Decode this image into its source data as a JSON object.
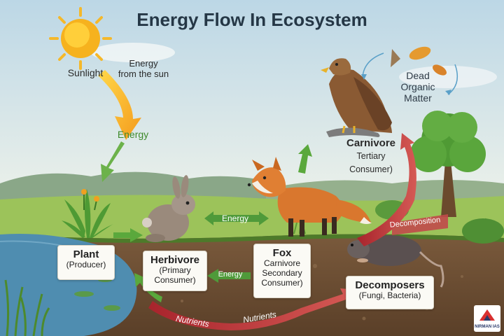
{
  "title": "Energy Flow In Ecosystem",
  "sun": {
    "label": "Sunlight",
    "energy_label": "Energy\nfrom the sun"
  },
  "energy_arrow_label": "Energy",
  "carnivore": {
    "title": "Carnivore",
    "sub": "Tertiary\nConsumer)"
  },
  "dead_matter": "Dead\nOrganic\nMatter",
  "plant": {
    "title": "Plant",
    "sub": "(Producer)"
  },
  "herbivore": {
    "title": "Herbivore",
    "sub": "(Primary\nConsumer)"
  },
  "fox": {
    "title": "Fox",
    "sub": "Carnivore\nSecondary\nConsumer)"
  },
  "decomposers": {
    "title": "Decomposers",
    "sub": "(Fungi, Bacteria)"
  },
  "arrows": {
    "energy_1": "Energy",
    "energy_2": "Energy",
    "nutrients_1": "Nutrients",
    "nutrients_2": "Nutrients",
    "decomposition": "Decomposition"
  },
  "logo_text": "NIRMAN IAS",
  "colors": {
    "sky_top": "#c5dde9",
    "sky_bottom": "#e6eff0",
    "grass": "#9cc35a",
    "soil": "#6e4f36",
    "water": "#4f8db0",
    "energy_green": "#4f9a3a",
    "nutrient_red": "#b8353a",
    "sun": "#f5b82a"
  }
}
